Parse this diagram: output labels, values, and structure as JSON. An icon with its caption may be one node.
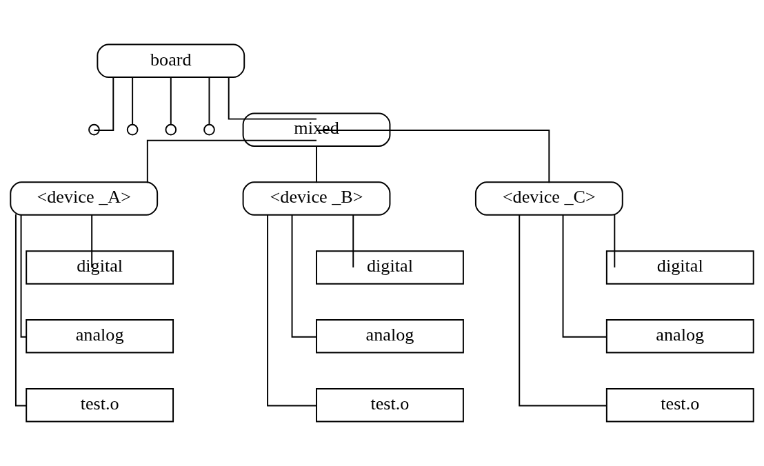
{
  "diagram": {
    "nodes": [
      {
        "text": [
          "board"
        ]
      },
      {
        "text": [],
        "shape": "circle"
      },
      {
        "text": [],
        "shape": "circle"
      },
      {
        "text": [],
        "shape": "circle"
      },
      {
        "text": [],
        "shape": "circle"
      },
      {
        "text": [
          "mixed"
        ]
      },
      {
        "text": [
          "<device _A>"
        ]
      },
      {
        "text": [
          "<device _B>"
        ]
      },
      {
        "text": [
          "<device _C>"
        ]
      },
      {
        "text": [
          "digital"
        ]
      },
      {
        "text": [
          "analog"
        ]
      },
      {
        "text": [
          "test.o"
        ]
      },
      {
        "text": [
          "digital"
        ]
      },
      {
        "text": [
          "analog"
        ]
      },
      {
        "text": [
          "test.o"
        ]
      },
      {
        "text": [
          "digital"
        ]
      },
      {
        "text": [
          "analog"
        ]
      },
      {
        "text": [
          "test.o"
        ]
      }
    ],
    "edges": [
      {
        "from": 0,
        "to": 1,
        "arrow": "none"
      },
      {
        "from": 0,
        "to": 2,
        "arrow": "none"
      },
      {
        "from": 0,
        "to": 5,
        "arrow": "none"
      },
      {
        "from": 0,
        "to": 3,
        "arrow": "none"
      },
      {
        "from": 0,
        "to": 4,
        "arrow": "none"
      },
      {
        "from": 5,
        "to": 6,
        "arrow": "none"
      },
      {
        "from": 5,
        "to": 7,
        "arrow": "none"
      },
      {
        "from": 5,
        "to": 8,
        "arrow": "none"
      },
      {
        "from": 6,
        "to": 9,
        "arrow": "none"
      },
      {
        "from": 6,
        "to": 10,
        "arrow": "none"
      },
      {
        "from": 6,
        "to": 11,
        "arrow": "none"
      },
      {
        "from": 7,
        "to": 12,
        "arrow": "none"
      },
      {
        "from": 7,
        "to": 13,
        "arrow": "none"
      },
      {
        "from": 7,
        "to": 14,
        "arrow": "none"
      },
      {
        "from": 8,
        "to": 15,
        "arrow": "none"
      },
      {
        "from": 8,
        "to": 16,
        "arrow": "none"
      },
      {
        "from": 8,
        "to": 17,
        "arrow": "none"
      }
    ]
  }
}
